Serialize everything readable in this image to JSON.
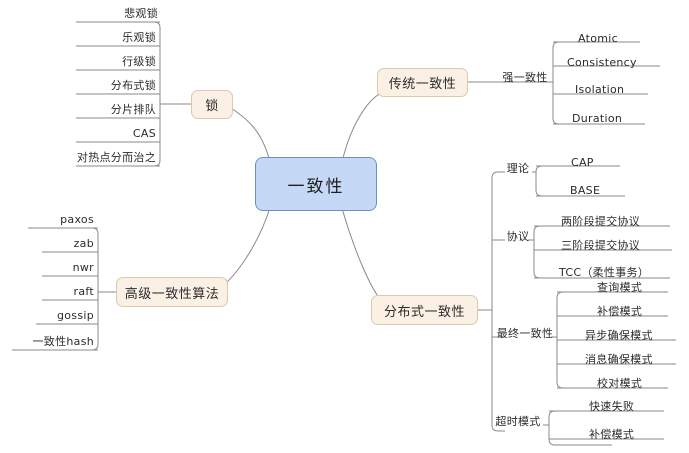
{
  "diagram": {
    "title": "一致性",
    "type": "mind-map",
    "colors": {
      "root_fill": "#c5d9f7",
      "root_border": "#6f8fc4",
      "branch_fill": "#fbf0e4",
      "branch_border": "#ddc9ad",
      "line": "#8a8a8a",
      "background": "#ffffff",
      "text": "#2b2b2b"
    },
    "root": {
      "label": "一致性"
    },
    "branches": {
      "lock": {
        "label": "锁",
        "leaves": [
          {
            "label": "悲观锁"
          },
          {
            "label": "乐观锁"
          },
          {
            "label": "行级锁"
          },
          {
            "label": "分布式锁"
          },
          {
            "label": "分片排队"
          },
          {
            "label": "CAS"
          },
          {
            "label": "对热点分而治之"
          }
        ]
      },
      "advanced_algorithms": {
        "label": "高级一致性算法",
        "leaves": [
          {
            "label": "paxos"
          },
          {
            "label": "zab"
          },
          {
            "label": "nwr"
          },
          {
            "label": "raft"
          },
          {
            "label": "gossip"
          },
          {
            "label": "一致性hash"
          }
        ]
      },
      "traditional": {
        "label": "传统一致性",
        "groups": [
          {
            "label": "强一致性",
            "leaves": [
              {
                "label": "Atomic"
              },
              {
                "label": "Consistency"
              },
              {
                "label": "Isolation"
              },
              {
                "label": "Duration"
              }
            ]
          }
        ]
      },
      "distributed": {
        "label": "分布式一致性",
        "groups": [
          {
            "label": "理论",
            "leaves": [
              {
                "label": "CAP"
              },
              {
                "label": "BASE"
              }
            ]
          },
          {
            "label": "协议",
            "leaves": [
              {
                "label": "两阶段提交协议"
              },
              {
                "label": "三阶段提交协议"
              },
              {
                "label": "TCC（柔性事务）"
              }
            ]
          },
          {
            "label": "最终一致性",
            "leaves": [
              {
                "label": "查询模式"
              },
              {
                "label": "补偿模式"
              },
              {
                "label": "异步确保模式"
              },
              {
                "label": "消息确保模式"
              },
              {
                "label": "校对模式"
              }
            ]
          },
          {
            "label": "超时模式",
            "leaves": [
              {
                "label": "快速失败"
              },
              {
                "label": "补偿模式"
              }
            ]
          }
        ]
      }
    }
  }
}
